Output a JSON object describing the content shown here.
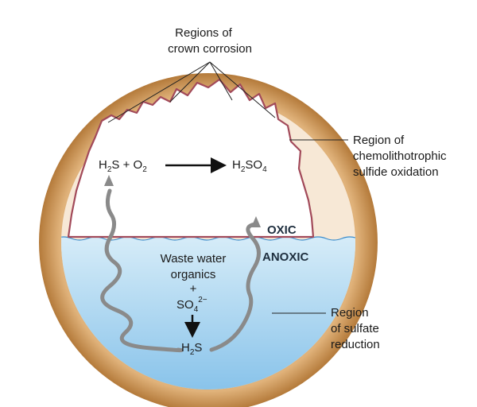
{
  "callouts": {
    "crown_line1": "Regions of",
    "crown_line2": "crown corrosion",
    "oxidation_line1": "Region of",
    "oxidation_line2": "chemolithotrophic",
    "oxidation_line3": "sulfide oxidation",
    "sulfate_line1": "Region",
    "sulfate_line2": "of sulfate",
    "sulfate_line3": "reduction"
  },
  "reaction": {
    "reactant_h": "H",
    "reactant_h_sub": "2",
    "reactant_s_plus": "S + O",
    "reactant_o_sub": "2",
    "product_h": "H",
    "product_h_sub": "2",
    "product_so": "SO",
    "product_so_sub": "4"
  },
  "zones": {
    "oxic": "OXIC",
    "anoxic": "ANOXIC"
  },
  "water": {
    "line1": "Waste water",
    "line2": "organics",
    "plus": "+",
    "sulfate_so": "SO",
    "sulfate_sub": "4",
    "sulfate_sup": "2−",
    "h2s_h": "H",
    "h2s_sub": "2",
    "h2s_s": "S"
  },
  "colors": {
    "pipe_wall": "#c9904a",
    "air_fill": "#f7e8d6",
    "water_light": "#d6ecf8",
    "water_dark": "#86c4ea",
    "corrosion_edge": "#a24a5a",
    "pathway": "#8a8a8a"
  }
}
